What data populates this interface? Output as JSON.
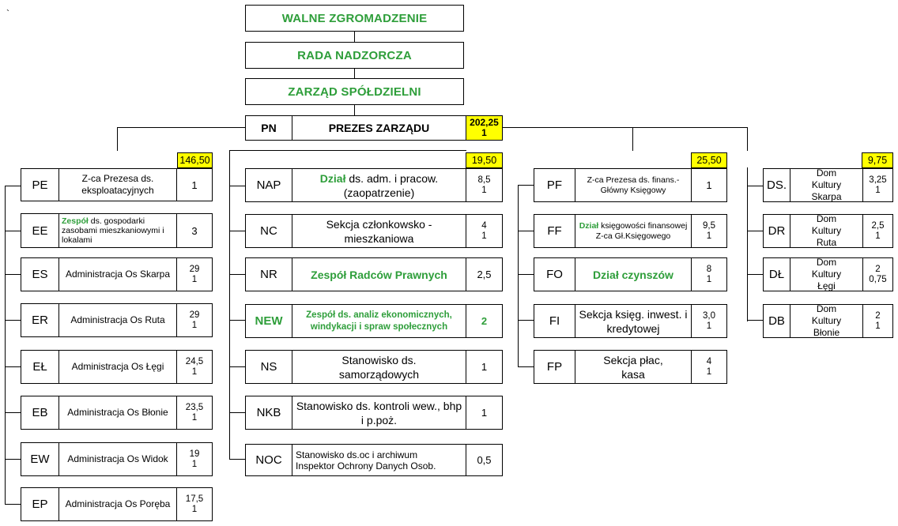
{
  "corner_mark": "`",
  "governance": {
    "walne": "WALNE ZGROMADZENIE",
    "rada": "RADA NADZORCZA",
    "zarzad": "ZARZĄD SPÓŁDZIELNI"
  },
  "president": {
    "code": "PN",
    "name": "PREZES ZARZĄDU",
    "v1": "202,25",
    "v2": "1"
  },
  "col1": {
    "total": "146,50",
    "head": {
      "code": "PE",
      "name": "Z-ca Prezesa ds. eksploatacyjnych",
      "v": "1"
    },
    "ee": {
      "code": "EE",
      "name_bold": "Zespół",
      "name_rest": " ds. gospodarki zasobami mieszkaniowymi i lokalami",
      "v": "3"
    },
    "items": [
      {
        "code": "ES",
        "name": "Administracja Os Skarpa",
        "v1": "29",
        "v2": "1"
      },
      {
        "code": "ER",
        "name": "Administracja Os Ruta",
        "v1": "29",
        "v2": "1"
      },
      {
        "code": "EŁ",
        "name": "Administracja Os Łęgi",
        "v1": "24,5",
        "v2": "1"
      },
      {
        "code": "EB",
        "name": "Administracja Os Błonie",
        "v1": "23,5",
        "v2": "1"
      },
      {
        "code": "EW",
        "name": "Administracja Os Widok",
        "v1": "19",
        "v2": "1"
      },
      {
        "code": "EP",
        "name": "Administracja Os Poręba",
        "v1": "17,5",
        "v2": "1"
      }
    ]
  },
  "col2": {
    "total": "19,50",
    "nap": {
      "code": "NAP",
      "name_bold": "Dział",
      "name_rest": " ds. adm. i pracow.(zaopatrzenie)",
      "v1": "8,5",
      "v2": "1"
    },
    "nc": {
      "code": "NC",
      "name": "Sekcja członkowsko - mieszkaniowa",
      "v1": "4",
      "v2": "1"
    },
    "nr": {
      "code": "NR",
      "name": "Zespół Radców Prawnych",
      "v": "2,5"
    },
    "new": {
      "code": "NEW",
      "name": "Zespół ds. analiz ekonomicznych, windykacji i spraw społecznych",
      "v": "2"
    },
    "ns": {
      "code": "NS",
      "name": "Stanowisko ds. samorządowych",
      "v": "1"
    },
    "nkb": {
      "code": "NKB",
      "name": "Stanowisko ds. kontroli wew., bhp i p.poż.",
      "v": "1"
    },
    "noc": {
      "code": "NOC",
      "name1": "Stanowisko ds.oc i archiwum",
      "name2": "Inspektor Ochrony Danych Osob.",
      "v": "0,5"
    }
  },
  "col3": {
    "total": "25,50",
    "pf": {
      "code": "PF",
      "name": "Z-ca Prezesa ds. finans.- Główny Księgowy",
      "v": "1"
    },
    "ff": {
      "code": "FF",
      "name_bold": "Dział",
      "name_rest": " księgowości finansowej Z-ca Gł.Księgowego",
      "v1": "9,5",
      "v2": "1"
    },
    "fo": {
      "code": "FO",
      "name": "Dział czynszów",
      "v1": "8",
      "v2": "1"
    },
    "fi": {
      "code": "FI",
      "name": "Sekcja księg. inwest. i kredytowej",
      "v1": "3,0",
      "v2": "1"
    },
    "fp": {
      "code": "FP",
      "name": "Sekcja płac, kasa",
      "v1": "4",
      "v2": "1"
    }
  },
  "col4": {
    "total": "9,75",
    "items": [
      {
        "code": "DS.",
        "name": "Dom Kultury Skarpa",
        "v1": "3,25",
        "v2": "1"
      },
      {
        "code": "DR",
        "name": "Dom Kultury Ruta",
        "v1": "2,5",
        "v2": "1"
      },
      {
        "code": "DŁ",
        "name": "Dom Kultury Łęgi",
        "v1": "2",
        "v2": "0,75"
      },
      {
        "code": "DB",
        "name": "Dom Kultury Błonie",
        "v1": "2",
        "v2": "1"
      }
    ]
  },
  "colors": {
    "green": "#2e9e3a",
    "yellow": "#ffff00"
  }
}
